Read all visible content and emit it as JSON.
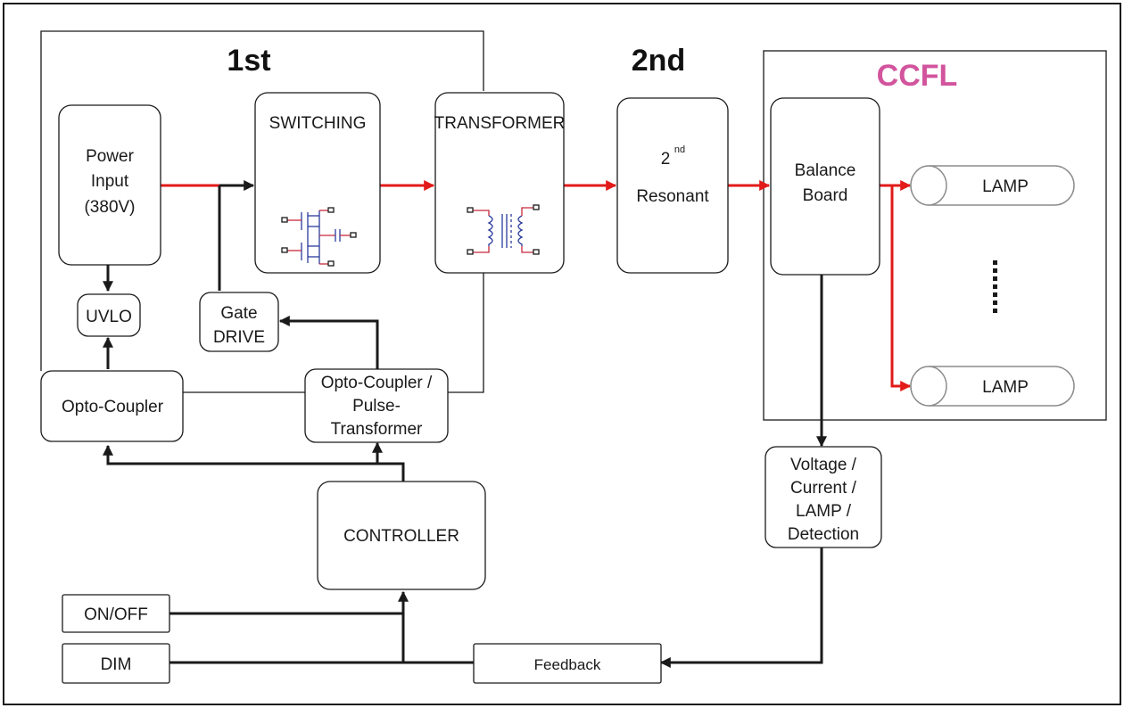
{
  "headers": {
    "first": "1st",
    "second": "2nd",
    "ccfl": "CCFL"
  },
  "blocks": {
    "power_input": [
      "Power",
      "Input",
      "(380V)"
    ],
    "switching": "SWITCHING",
    "transformer": "TRANSFORMER",
    "resonant_base": "2",
    "resonant_sup": "nd",
    "resonant_label": "Resonant",
    "balance_board": [
      "Balance",
      "Board"
    ],
    "lamp_1": "LAMP",
    "lamp_2": "LAMP",
    "uvlo": "UVLO",
    "gate_drive": [
      "Gate",
      "DRIVE"
    ],
    "opto_coupler": "Opto-Coupler",
    "opto_pulse": [
      "Opto-Coupler /",
      "Pulse-",
      "Transformer"
    ],
    "controller": "CONTROLLER",
    "detection": [
      "Voltage /",
      "Current /",
      "LAMP /",
      "Detection"
    ],
    "on_off": "ON/OFF",
    "dim": "DIM",
    "feedback": "Feedback"
  },
  "colors": {
    "power_path": "#e21a1a",
    "signal_path": "#1a1a1a",
    "ccfl_title": "#d2549d",
    "lamp_outline": "#8c8c8c",
    "component_blue": "#2a3a9c",
    "component_red": "#c8283c"
  }
}
